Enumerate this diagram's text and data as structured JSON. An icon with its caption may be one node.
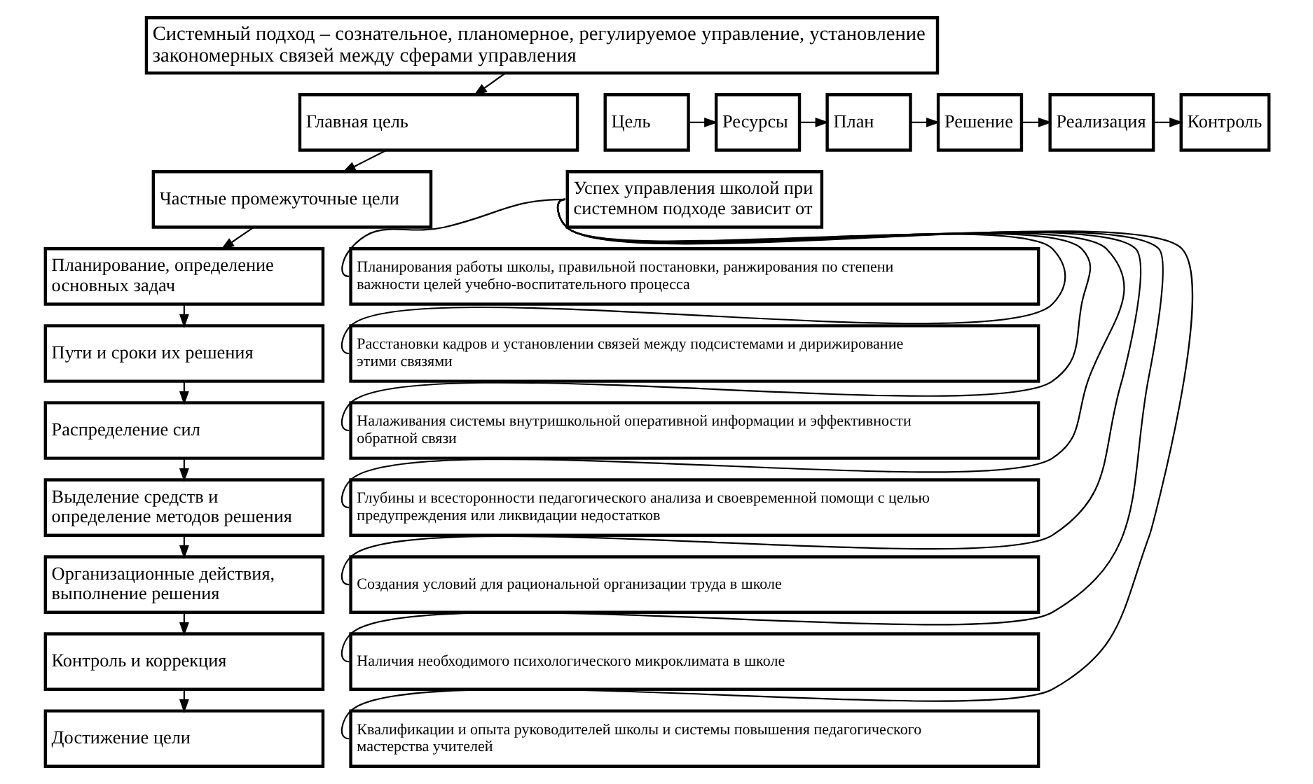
{
  "diagram": {
    "nodes": [
      {
        "text": [
          "Системный подход – сознательное, планомерное, регулируемое управление, установление закономерных связей между сферами управления"
        ]
      },
      {
        "text": [
          "Главная цель"
        ]
      },
      {
        "text": [
          "Частные промежуточные цели"
        ]
      },
      {
        "text": [
          "Планирование, определение основных задач"
        ]
      },
      {
        "text": [
          "Пути и сроки их решения"
        ]
      },
      {
        "text": [
          "Распределение сил"
        ]
      },
      {
        "text": [
          "Выделение средств и определение методов решения"
        ]
      },
      {
        "text": [
          "Организационные действия, выполнение решения"
        ]
      },
      {
        "text": [
          "Контроль и коррекция"
        ]
      },
      {
        "text": [
          "Достижение цели"
        ]
      },
      {
        "text": [
          "Цель"
        ]
      },
      {
        "text": [
          "Ресурсы"
        ]
      },
      {
        "text": [
          "План"
        ]
      },
      {
        "text": [
          "Решение"
        ]
      },
      {
        "text": [
          "Реализация"
        ]
      },
      {
        "text": [
          "Контроль"
        ]
      },
      {
        "text": [
          "Успех управления школой при системном подходе зависит от"
        ]
      },
      {
        "text": [
          "Планирования работы школы, правильной постановки, ранжирования по степени важности целей учебно-воспитательного процесса"
        ]
      },
      {
        "text": [
          "Расстановки кадров и установлении связей между подсистемами и дирижирование этими связями"
        ]
      },
      {
        "text": [
          "Налаживания системы внутришкольной оперативной информации и эффективности обратной связи"
        ]
      },
      {
        "text": [
          "Глубины и всесторонности педагогического анализа и своевременной помощи с целью предупреждения или ликвидации недостатков"
        ]
      },
      {
        "text": [
          "Создания условий для рациональной организации труда в школе"
        ]
      },
      {
        "text": [
          "Наличия необходимого психологического микроклимата в школе"
        ]
      },
      {
        "text": [
          "Квалификации и опыта руководителей школы и системы повышения педагогического мастерства учителей"
        ]
      }
    ],
    "edges": [
      {
        "from": 0,
        "to": 1,
        "arrow": "to"
      },
      {
        "from": 1,
        "to": 2,
        "arrow": "to"
      },
      {
        "from": 2,
        "to": 3,
        "arrow": "to"
      },
      {
        "from": 3,
        "to": 4,
        "arrow": "to"
      },
      {
        "from": 4,
        "to": 5,
        "arrow": "to"
      },
      {
        "from": 5,
        "to": 6,
        "arrow": "to"
      },
      {
        "from": 6,
        "to": 7,
        "arrow": "to"
      },
      {
        "from": 7,
        "to": 8,
        "arrow": "to"
      },
      {
        "from": 8,
        "to": 9,
        "arrow": "to"
      },
      {
        "from": 10,
        "to": 11,
        "arrow": "to"
      },
      {
        "from": 11,
        "to": 12,
        "arrow": "to"
      },
      {
        "from": 12,
        "to": 13,
        "arrow": "to"
      },
      {
        "from": 13,
        "to": 14,
        "arrow": "to"
      },
      {
        "from": 14,
        "to": 15,
        "arrow": "to"
      },
      {
        "from": 16,
        "to": 17,
        "arrow": "none"
      },
      {
        "from": 16,
        "to": 18,
        "arrow": "none"
      },
      {
        "from": 16,
        "to": 19,
        "arrow": "none"
      },
      {
        "from": 16,
        "to": 20,
        "arrow": "none"
      },
      {
        "from": 16,
        "to": 21,
        "arrow": "none"
      },
      {
        "from": 16,
        "to": 22,
        "arrow": "none"
      },
      {
        "from": 16,
        "to": 23,
        "arrow": "none"
      }
    ]
  }
}
